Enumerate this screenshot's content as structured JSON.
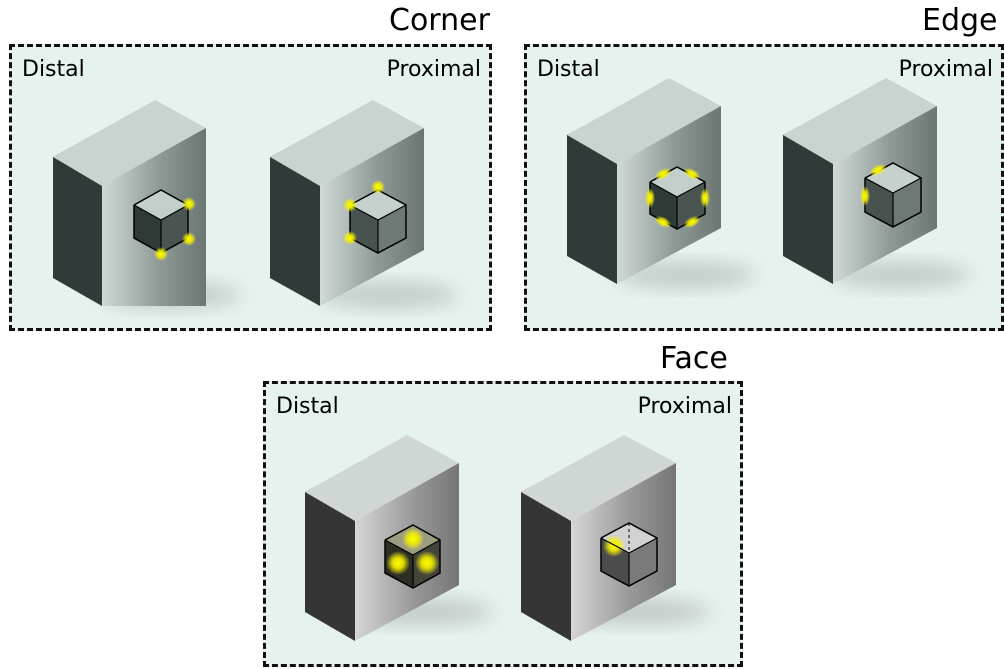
{
  "panels": {
    "corner": {
      "title": "Corner",
      "left_label": "Distal",
      "right_label": "Proximal"
    },
    "edge": {
      "title": "Edge",
      "left_label": "Distal",
      "right_label": "Proximal"
    },
    "face": {
      "title": "Face",
      "left_label": "Distal",
      "right_label": "Proximal"
    }
  },
  "colors": {
    "panel_bg": "#e6f2ee",
    "big_front_light": "#c8d2ce",
    "big_top": "#cdd8d4",
    "big_side_dark": "#2e3a37",
    "face_panel_side": "#353535",
    "highlight": "#ffff00"
  }
}
